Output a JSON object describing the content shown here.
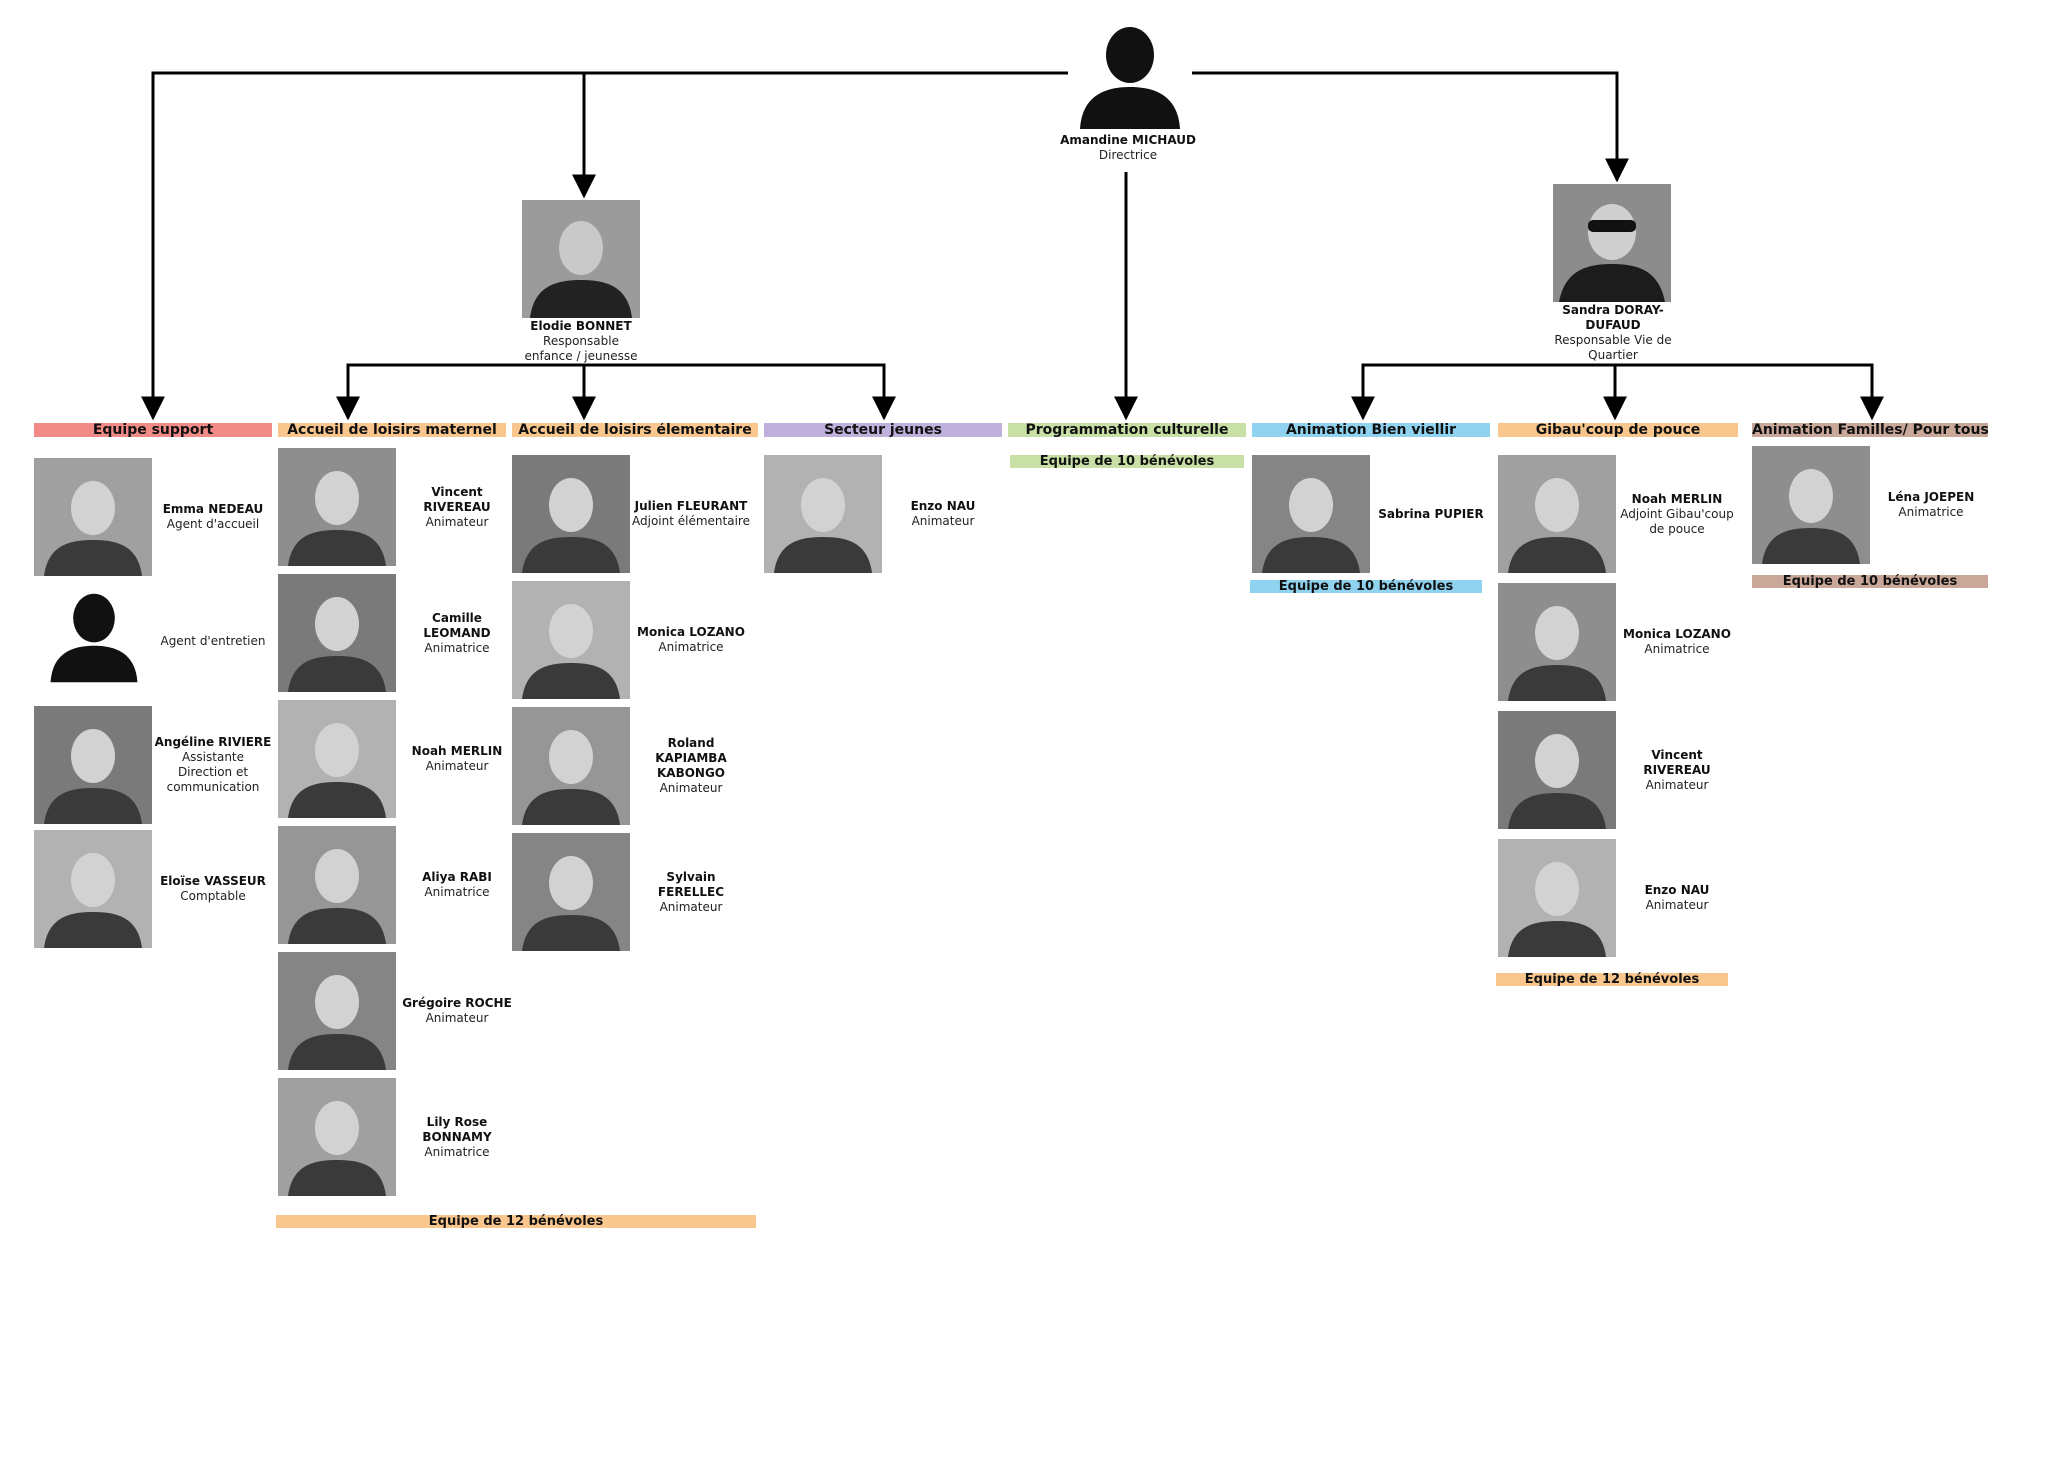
{
  "director": {
    "name": "Amandine MICHAUD",
    "role": "Directrice",
    "icon": "person-silhouette-icon"
  },
  "managers": [
    {
      "name": "Elodie BONNET",
      "role": "Responsable enfance / jeunesse"
    },
    {
      "name": "Sandra DORAY-DUFAUD",
      "role": "Responsable Vie de Quartier"
    }
  ],
  "teams": [
    {
      "label": "Equipe support",
      "color": "#f28b87",
      "members": [
        {
          "name": "Emma NEDEAU",
          "role": "Agent d'accueil"
        },
        {
          "name": "",
          "role": "Agent d'entretien",
          "placeholder": true
        },
        {
          "name": "Angéline RIVIERE",
          "role": "Assistante Direction et communication"
        },
        {
          "name": "Eloïse VASSEUR",
          "role": "Comptable"
        }
      ]
    },
    {
      "label": "Accueil de loisirs maternel",
      "color": "#f9c68e",
      "members": [
        {
          "name": "Vincent RIVEREAU",
          "role": "Animateur"
        },
        {
          "name": "Camille LEOMAND",
          "role": "Animatrice"
        },
        {
          "name": "Noah MERLIN",
          "role": "Animateur"
        },
        {
          "name": "Aliya RABI",
          "role": "Animatrice"
        },
        {
          "name": "Grégoire ROCHE",
          "role": "Animateur"
        },
        {
          "name": "Lily Rose BONNAMY",
          "role": "Animatrice"
        }
      ],
      "volunteers": "Equipe de 12 bénévoles"
    },
    {
      "label": "Accueil de loisirs élementaire",
      "color": "#f9c68e",
      "members": [
        {
          "name": "Julien FLEURANT",
          "role": "Adjoint élémentaire"
        },
        {
          "name": "Monica LOZANO",
          "role": "Animatrice"
        },
        {
          "name": "Roland KAPIAMBA KABONGO",
          "role": "Animateur"
        },
        {
          "name": "Sylvain FERELLEC",
          "role": "Animateur"
        }
      ]
    },
    {
      "label": "Secteur jeunes",
      "color": "#bfb0dc",
      "members": [
        {
          "name": "Enzo NAU",
          "role": "Animateur"
        }
      ]
    },
    {
      "label": "Programmation culturelle",
      "color": "#c8e0a6",
      "members": [],
      "volunteers": "Equipe de 10 bénévoles"
    },
    {
      "label": "Animation Bien viellir",
      "color": "#8fd3f0",
      "members": [
        {
          "name": "Sabrina PUPIER",
          "role": ""
        }
      ],
      "volunteers": "Equipe de 10 bénévoles"
    },
    {
      "label": "Gibau'coup de pouce",
      "color": "#f9c68e",
      "members": [
        {
          "name": "Noah MERLIN",
          "role": "Adjoint Gibau'coup de pouce"
        },
        {
          "name": "Monica LOZANO",
          "role": "Animatrice"
        },
        {
          "name": "Vincent RIVEREAU",
          "role": "Animateur"
        },
        {
          "name": "Enzo NAU",
          "role": "Animateur"
        }
      ],
      "volunteers": "Equipe de 12 bénévoles"
    },
    {
      "label": "Animation Familles/ Pour tous",
      "color": "#c9a89a",
      "members": [
        {
          "name": "Léna JOEPEN",
          "role": "Animatrice"
        }
      ],
      "volunteers": "Equipe de 10 bénévoles"
    }
  ],
  "colors": {
    "line": "#000000",
    "photo": "#8a8a8a"
  }
}
